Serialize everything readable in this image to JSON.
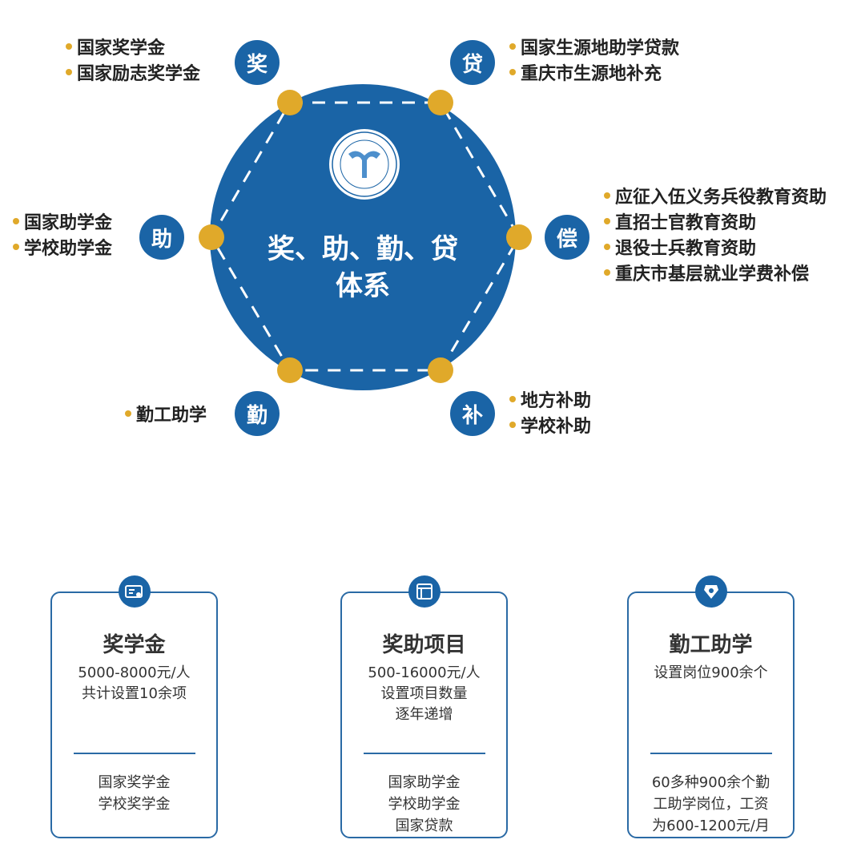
{
  "center": {
    "title_line1": "奖、助、勤、贷",
    "title_line2": "体系"
  },
  "nodes": [
    {
      "label": "奖",
      "items": [
        "国家奖学金",
        "国家励志奖学金"
      ]
    },
    {
      "label": "贷",
      "items": [
        "国家生源地助学贷款",
        "重庆市生源地补充"
      ]
    },
    {
      "label": "助",
      "items": [
        "国家助学金",
        "学校助学金"
      ]
    },
    {
      "label": "偿",
      "items": [
        "应征入伍义务兵役教育资助",
        "直招士官教育资助",
        "退役士兵教育资助",
        "重庆市基层就业学费补偿"
      ]
    },
    {
      "label": "勤",
      "items": [
        "勤工助学"
      ]
    },
    {
      "label": "补",
      "items": [
        "地方补助",
        "学校补助"
      ]
    }
  ],
  "cards": [
    {
      "icon": "id-card-icon",
      "title": "奖学金",
      "desc": [
        "5000-8000元/人",
        "共计设置10余项"
      ],
      "sub": [
        "国家奖学金",
        "学校奖学金"
      ]
    },
    {
      "icon": "book-icon",
      "title": "奖助项目",
      "desc": [
        "500-16000元/人",
        "设置项目数量",
        "逐年递增"
      ],
      "sub": [
        "国家助学金",
        "学校助学金",
        "国家贷款"
      ]
    },
    {
      "icon": "diamond-badge-icon",
      "title": "勤工助学",
      "desc": [
        "设置岗位900余个"
      ],
      "sub": [
        "60多种900余个勤",
        "工助学岗位，工资",
        "为600-1200元/月"
      ]
    }
  ],
  "colors": {
    "blue": "#1a64a6",
    "gold": "#e0a92a",
    "card_border": "#2a6aa5"
  }
}
